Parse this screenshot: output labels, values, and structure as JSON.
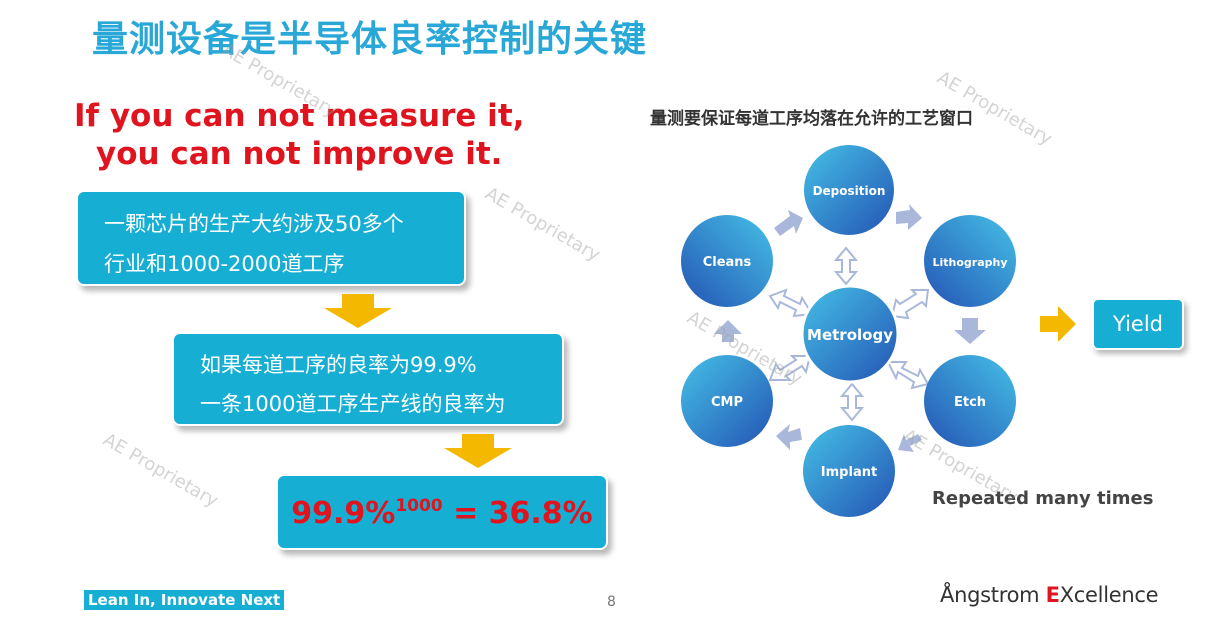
{
  "title": "量测设备是半导体良率控制的关键",
  "quote": {
    "line1": "If you can not measure it,",
    "line2": "you can not improve it."
  },
  "box1": {
    "line1": "一颗芯片的生产大约涉及50多个",
    "line2": "行业和1000-2000道工序"
  },
  "box2": {
    "line1": "如果每道工序的良率为99.9%",
    "line2": "一条1000道工序生产线的良率为"
  },
  "formula": {
    "base": "99.9%",
    "exponent": "1000",
    "result": " = 36.8%"
  },
  "diagram": {
    "subtitle": "量测要保证每道工序均落在允许的工艺窗口",
    "center": "Metrology",
    "nodes": {
      "deposition": "Deposition",
      "lithography": "Lithography",
      "etch": "Etch",
      "implant": "Implant",
      "cmp": "CMP",
      "cleans": "Cleans"
    },
    "yield": "Yield",
    "repeated": "Repeated many times"
  },
  "watermark": "AE Proprietary",
  "footer": {
    "tagline": "Lean In, Innovate Next",
    "page": "8",
    "logo_main": "ngstrom ",
    "logo_prefix": "Å",
    "logo_e": "E",
    "logo_rest": "Xcellence"
  },
  "colors": {
    "title": "#29a8d8",
    "quote_red": "#e0141e",
    "box_blue": "#17aed3",
    "arrow_yellow": "#f5b800",
    "circle_dark": "#2a5ab8",
    "circle_light": "#3fb8e0"
  }
}
